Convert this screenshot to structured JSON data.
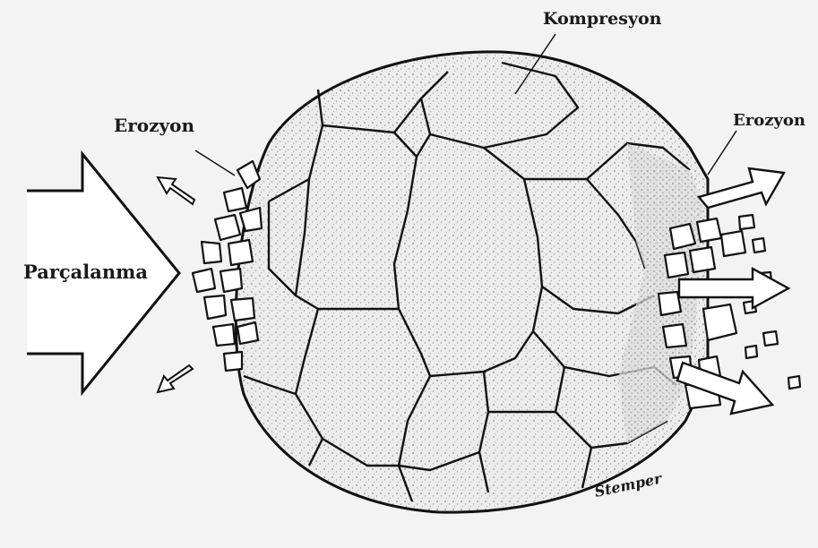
{
  "labels": {
    "compression": "Kompresyon",
    "erosion_left": "Erozyon",
    "erosion_right": "Erozyon",
    "fragmentation": "Parçalanma",
    "signature": "Stemper"
  }
}
